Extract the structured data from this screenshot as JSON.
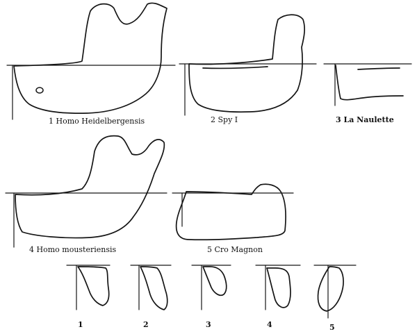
{
  "figure": {
    "specimens": [
      {
        "caption": "1 Homo Heidelbergensis"
      },
      {
        "caption": "2 Spy I"
      },
      {
        "caption": "3 La Naulette"
      },
      {
        "caption": "4 Homo mousteriensis"
      },
      {
        "caption": "5 Cro Magnon"
      }
    ],
    "sections": [
      "1",
      "2",
      "3",
      "4",
      "5"
    ]
  }
}
